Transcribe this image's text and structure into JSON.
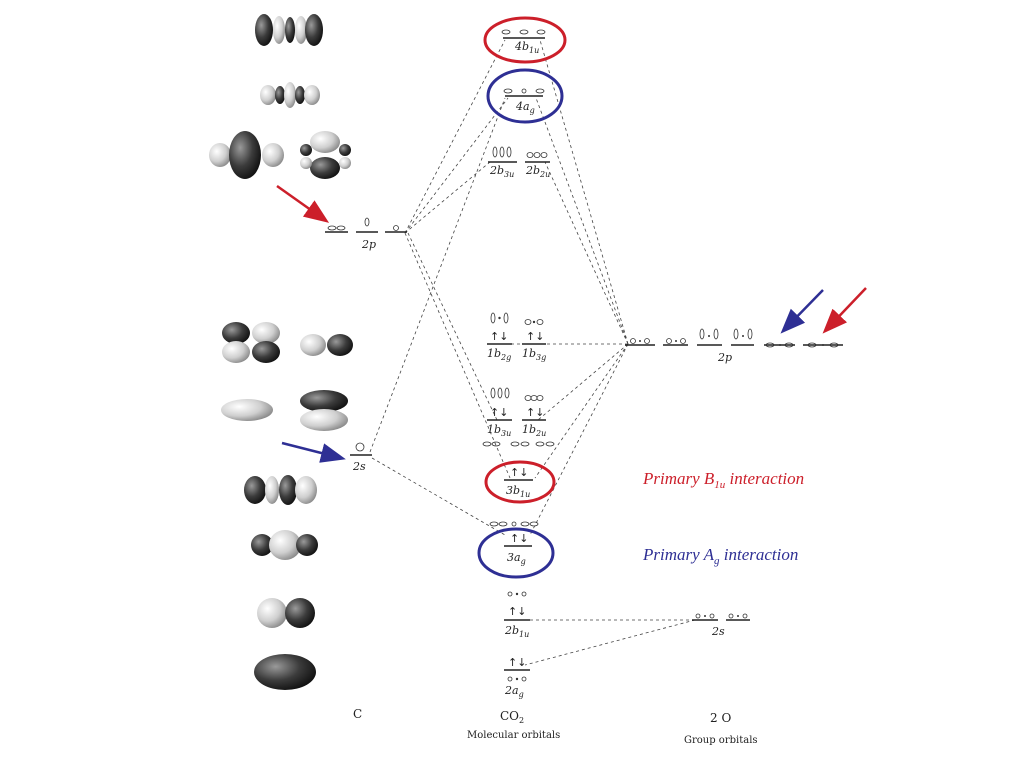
{
  "columns": {
    "carbon": "C",
    "co2": "CO",
    "co2_sub": "2",
    "co2_caption": "Molecular orbitals",
    "oxygen": "2 O",
    "oxygen_caption": "Group orbitals"
  },
  "carbon_levels": {
    "p": "2p",
    "s": "2s"
  },
  "oxygen_levels": {
    "p": "2p",
    "s": "2s"
  },
  "mo_levels": [
    {
      "id": "4b1u",
      "main": "4b",
      "sub": "1u"
    },
    {
      "id": "4ag",
      "main": "4a",
      "sub": "g"
    },
    {
      "id": "2b3u",
      "main": "2b",
      "sub": "3u"
    },
    {
      "id": "2b2u",
      "main": "2b",
      "sub": "2u"
    },
    {
      "id": "1b2g",
      "main": "1b",
      "sub": "2g"
    },
    {
      "id": "1b3g",
      "main": "1b",
      "sub": "3g"
    },
    {
      "id": "1b3u",
      "main": "1b",
      "sub": "3u"
    },
    {
      "id": "1b2u",
      "main": "1b",
      "sub": "2u"
    },
    {
      "id": "3b1u",
      "main": "3b",
      "sub": "1u"
    },
    {
      "id": "3ag",
      "main": "3a",
      "sub": "g"
    },
    {
      "id": "2b1u",
      "main": "2b",
      "sub": "1u"
    },
    {
      "id": "2ag",
      "main": "2a",
      "sub": "g"
    }
  ],
  "annotations": {
    "b1u_prefix": "Primary B",
    "b1u_sub": "1u",
    "b1u_suffix": " interaction",
    "ag_prefix": "Primary A",
    "ag_sub": "g",
    "ag_suffix": " interaction"
  },
  "electron_pair": "↑↓",
  "colors": {
    "b1u_highlight": "#cc1f2a",
    "ag_highlight": "#2e2f94",
    "line": "#444444"
  }
}
